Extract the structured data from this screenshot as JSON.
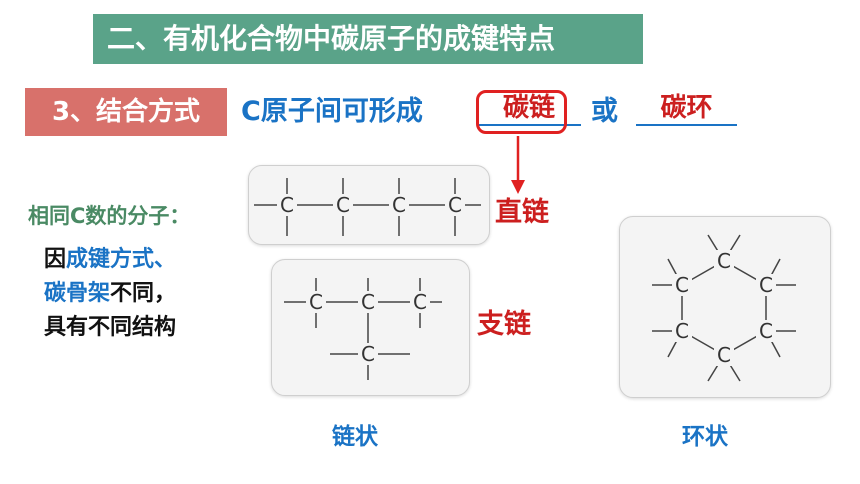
{
  "header": {
    "title": "二、有机化合物中碳原子的成键特点"
  },
  "section": {
    "badge": "3、结合方式",
    "statement_prefix": "C原子间可形成",
    "blank1": "碳链",
    "connector": "或",
    "blank2": "碳环"
  },
  "left_note": {
    "label": "相同C数的分子：",
    "line1_a": "因",
    "line1_b": "成键方式、",
    "line2_a": "碳骨架",
    "line2_b": "不同，",
    "line3": "具有不同结构"
  },
  "diagrams": {
    "atom_symbol": "C",
    "straight_label": "直链",
    "branched_label": "支链",
    "chain_caption": "链状",
    "ring_caption": "环状"
  },
  "colors": {
    "title_bg": "#5aa389",
    "badge_bg": "#d8716b",
    "blue": "#1a73c5",
    "red": "#cc1f1f",
    "green": "#4a8a64"
  }
}
